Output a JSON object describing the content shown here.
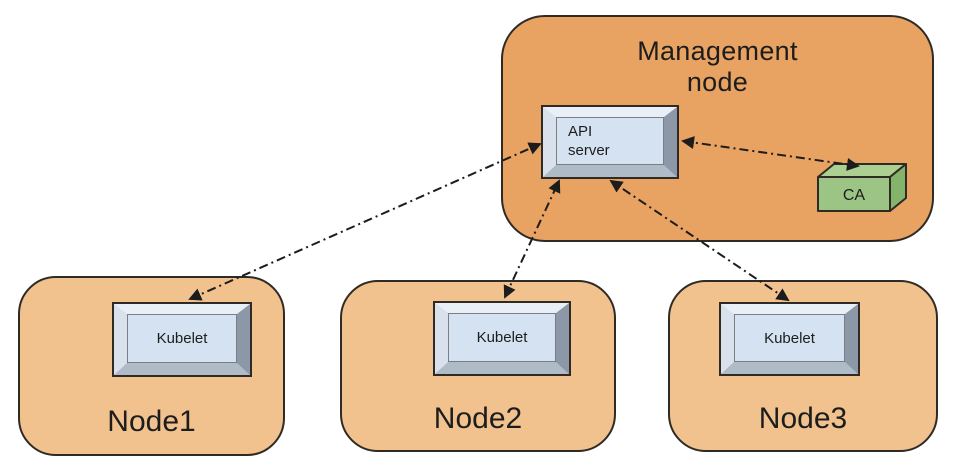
{
  "management": {
    "label_line1": "Management",
    "label_line2": "node"
  },
  "api_server": {
    "label_line1": "API",
    "label_line2": "server"
  },
  "ca": {
    "label": "CA"
  },
  "nodes": [
    {
      "label": "Node1",
      "component": "Kubelet"
    },
    {
      "label": "Node2",
      "component": "Kubelet"
    },
    {
      "label": "Node3",
      "component": "Kubelet"
    }
  ],
  "arrows": [
    {
      "from": "api-server",
      "to": "node1-kubelet",
      "bidirectional": true,
      "style": "dash-dot"
    },
    {
      "from": "api-server",
      "to": "node2-kubelet",
      "bidirectional": true,
      "style": "dash-dot"
    },
    {
      "from": "api-server",
      "to": "node3-kubelet",
      "bidirectional": true,
      "style": "dash-dot"
    },
    {
      "from": "api-server",
      "to": "ca",
      "bidirectional": true,
      "style": "dash-dot"
    }
  ],
  "colors": {
    "management_fill": "#E8A262",
    "node_fill": "#F1C28E",
    "box_face": "#D4E2F1",
    "bevel_light": "#E9EFF6",
    "bevel_dark": "#8C97A7",
    "ca_front": "#9CC484",
    "ca_top": "#ABD092",
    "ca_side": "#84B46B",
    "outline": "#2F2B24",
    "arrow": "#1C1C1C",
    "background": "#FFFFFF"
  }
}
